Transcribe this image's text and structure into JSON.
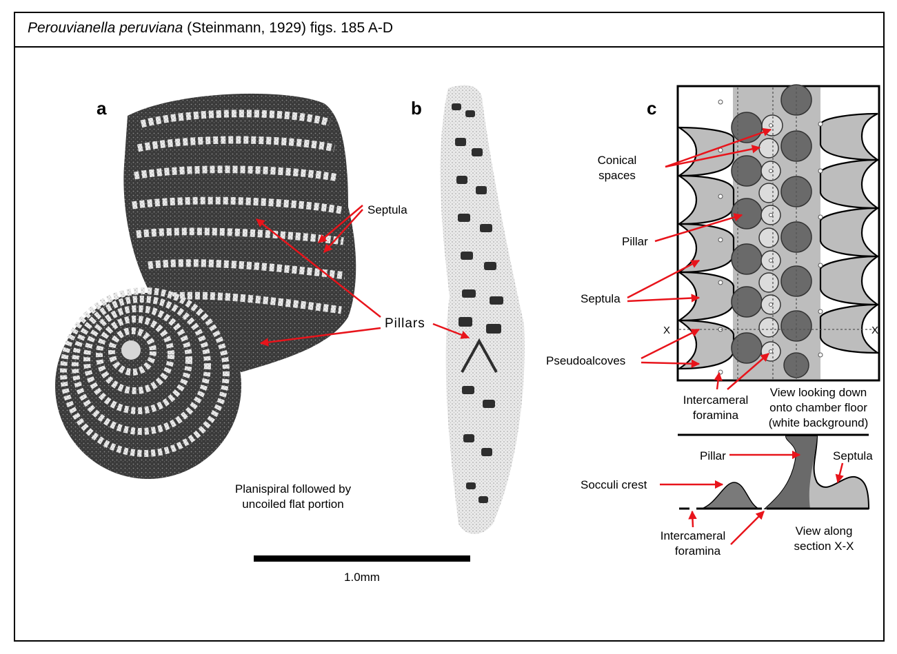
{
  "title": {
    "species": "Perouvianella peruviana",
    "authority": " (Steinmann, 1929) figs. 185 A-D"
  },
  "panels": {
    "a": "a",
    "b": "b",
    "c": "c"
  },
  "panel_a": {
    "septula": "Septula",
    "pillars": "Pillars",
    "caption_line1": "Planispiral followed by",
    "caption_line2": "uncoiled flat portion"
  },
  "scale_bar": {
    "label": "1.0mm"
  },
  "panel_c": {
    "conical_line1": "Conical",
    "conical_line2": "spaces",
    "pillar": "Pillar",
    "septula": "Septula",
    "pseudoalcoves": "Pseudoalcoves",
    "x_left": "X",
    "x_right": "X",
    "intercameral_line1": "Intercameral",
    "intercameral_line2": "foramina",
    "view_down_line1": "View looking down",
    "view_down_line2": "onto chamber floor",
    "view_down_line3": "(white background)"
  },
  "section": {
    "pillar": "Pillar",
    "septula": "Septula",
    "socculi": "Socculi crest",
    "intercameral_line1": "Intercameral",
    "intercameral_line2": "foramina",
    "view_line1": "View along",
    "view_line2": "section X-X"
  },
  "colors": {
    "arrow": "#e8141b",
    "dark": "#5e5e5e",
    "mid": "#9a9a9a",
    "light": "#c8c8c8"
  }
}
